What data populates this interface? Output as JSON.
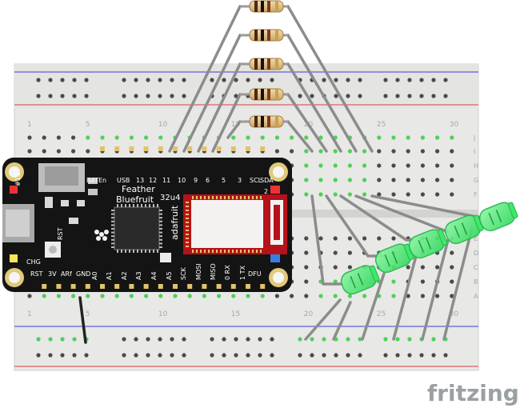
{
  "breadboard": {
    "column_numbers": [
      "1",
      "5",
      "10",
      "15",
      "20",
      "25",
      "30"
    ],
    "row_letters_top": [
      "J",
      "I",
      "H",
      "G",
      "F"
    ],
    "row_letters_bottom": [
      "E",
      "D",
      "C",
      "B",
      "A"
    ]
  },
  "board": {
    "title_line1": "Feather",
    "title_line2": "Bluefruit",
    "title_line3": "32u4",
    "vertical_brand": "adafruit",
    "top_left_pin": "#13",
    "top_pins": [
      "BAT",
      "En",
      "USB",
      "13",
      "12",
      "11",
      "10",
      "9",
      "6",
      "5",
      "3",
      "SCL",
      "SDA"
    ],
    "bottom_pins": [
      "RST",
      "3V",
      "ARf",
      "GND",
      "A0",
      "A1",
      "A2",
      "A3",
      "A4",
      "A5",
      "SCK",
      "MOSI",
      "MISO",
      "0 RX",
      "1 TX",
      "DFU"
    ],
    "side_labels": [
      "RST",
      "CHG",
      "2"
    ]
  },
  "components": {
    "resistor_count": 5,
    "led_count": 5,
    "led_color": "#3ee86a",
    "wire_color": "#8c8c8c"
  },
  "watermark": "fritzing"
}
